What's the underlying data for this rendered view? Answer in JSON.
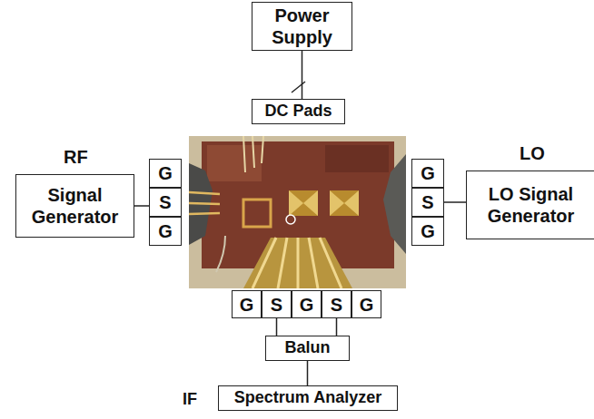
{
  "diagram": {
    "nodes": [
      {
        "text": [
          "Power Supply"
        ]
      },
      {
        "text": [
          "DC Pads"
        ]
      },
      {
        "text": [
          "RF",
          "Signal Generator"
        ]
      },
      {
        "text": [
          "G"
        ]
      },
      {
        "text": [
          "S"
        ]
      },
      {
        "text": [
          "G"
        ]
      },
      {
        "text": [
          "G"
        ]
      },
      {
        "text": [
          "S"
        ]
      },
      {
        "text": [
          "G"
        ]
      },
      {
        "text": [
          "LO",
          "LO Signal Generator"
        ]
      },
      {
        "text": [
          "G"
        ]
      },
      {
        "text": [
          "S"
        ]
      },
      {
        "text": [
          "G"
        ]
      },
      {
        "text": [
          "S"
        ]
      },
      {
        "text": [
          "G"
        ]
      },
      {
        "text": [
          "Balun"
        ]
      },
      {
        "text": [
          "IF",
          "Spectrum Analyzer"
        ]
      }
    ],
    "edges": [
      {
        "from": 0,
        "to": 1,
        "arrow": "none"
      },
      {
        "from": 2,
        "to": 4,
        "arrow": "none"
      },
      {
        "from": 7,
        "to": 9,
        "arrow": "none"
      },
      {
        "from": 11,
        "to": 15,
        "arrow": "none"
      },
      {
        "from": 13,
        "to": 15,
        "arrow": "none"
      },
      {
        "from": 15,
        "to": 16,
        "arrow": "none"
      }
    ]
  }
}
